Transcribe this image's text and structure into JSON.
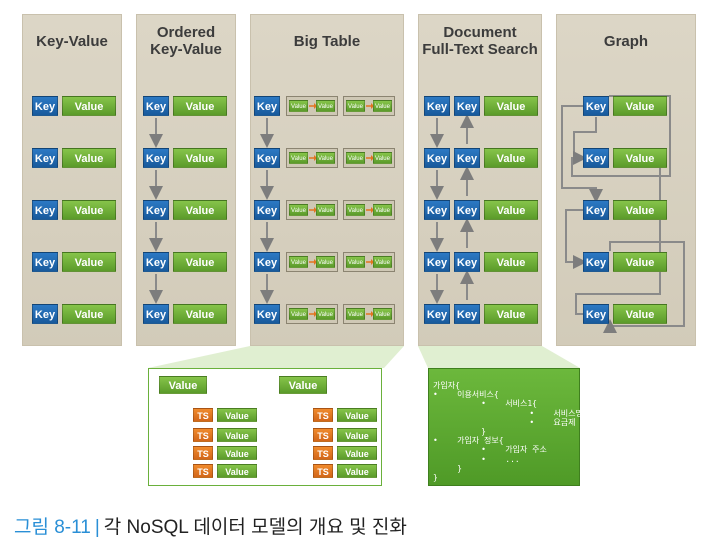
{
  "panels": [
    {
      "title": "Key-Value"
    },
    {
      "title": "Ordered\nKey-Value"
    },
    {
      "title": "Big Table"
    },
    {
      "title": "Document\nFull-Text Search"
    },
    {
      "title": "Graph"
    }
  ],
  "labels": {
    "key": "Key",
    "value": "Value",
    "ts": "TS"
  },
  "document_text": "가입자{\n•    이용서비스{\n          •    서비스1{\n                    •    서비스명\n                    •    요금제\n          }\n•    가입자 정보{\n          •    가입자 주소\n          •    ...\n     }\n}",
  "caption": {
    "label": "그림 8-11",
    "separator": "|",
    "text": "각 NoSQL 데이터 모델의 개요 및 진화"
  },
  "colors": {
    "key": "#1f67ae",
    "value": "#6aaa35",
    "ts": "#e2741f",
    "panel": "#d8d1bf",
    "caption_label": "#2a8fd6"
  }
}
